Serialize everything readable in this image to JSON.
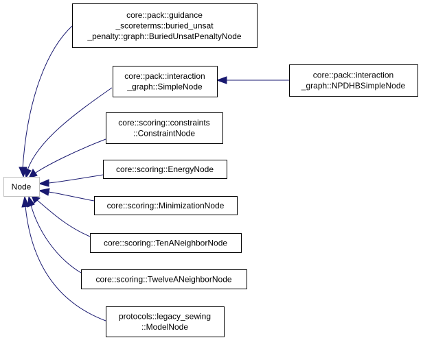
{
  "diagram": {
    "root": {
      "id": "node",
      "label_lines": [
        "Node"
      ]
    },
    "nodes": [
      {
        "id": "buried-unsat",
        "label_lines": [
          "core::pack::guidance",
          "_scoreterms::buried_unsat",
          "_penalty::graph::BuriedUnsatPenaltyNode"
        ]
      },
      {
        "id": "simple-node",
        "label_lines": [
          "core::pack::interaction",
          "_graph::SimpleNode"
        ]
      },
      {
        "id": "npdhb-simple-node",
        "label_lines": [
          "core::pack::interaction",
          "_graph::NPDHBSimpleNode"
        ]
      },
      {
        "id": "constraint-node",
        "label_lines": [
          "core::scoring::constraints",
          "::ConstraintNode"
        ]
      },
      {
        "id": "energy-node",
        "label_lines": [
          "core::scoring::EnergyNode"
        ]
      },
      {
        "id": "minimization-node",
        "label_lines": [
          "core::scoring::MinimizationNode"
        ]
      },
      {
        "id": "tena-neighbor-node",
        "label_lines": [
          "core::scoring::TenANeighborNode"
        ]
      },
      {
        "id": "twelvea-neighbor-node",
        "label_lines": [
          "core::scoring::TwelveANeighborNode"
        ]
      },
      {
        "id": "model-node",
        "label_lines": [
          "protocols::legacy_sewing",
          "::ModelNode"
        ]
      }
    ],
    "edges": [
      {
        "from": "buried-unsat",
        "to": "node"
      },
      {
        "from": "simple-node",
        "to": "node"
      },
      {
        "from": "npdhb-simple-node",
        "to": "simple-node"
      },
      {
        "from": "constraint-node",
        "to": "node"
      },
      {
        "from": "energy-node",
        "to": "node"
      },
      {
        "from": "minimization-node",
        "to": "node"
      },
      {
        "from": "tena-neighbor-node",
        "to": "node"
      },
      {
        "from": "twelvea-neighbor-node",
        "to": "node"
      },
      {
        "from": "model-node",
        "to": "node"
      }
    ],
    "colors": {
      "edge": "#191970",
      "box_border": "#000000",
      "root_border": "#bfbfbf",
      "background": "#ffffff"
    }
  }
}
